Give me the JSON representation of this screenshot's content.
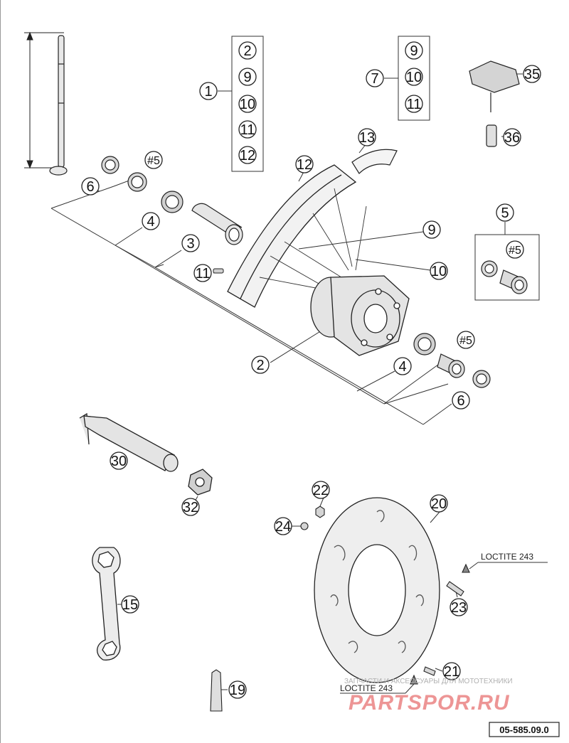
{
  "callouts": {
    "c1": "1",
    "c2": "2",
    "c3": "3",
    "c4a": "4",
    "c4b": "4",
    "c5": "5",
    "c6a": "6",
    "c6b": "6",
    "c7": "7",
    "c9": "9",
    "c10": "10",
    "c11": "11",
    "c12": "12",
    "c13": "13",
    "c15": "15",
    "c19": "19",
    "c20": "20",
    "c21": "21",
    "c22": "22",
    "c23": "23",
    "c24": "24",
    "c30": "30",
    "c32": "32",
    "c35": "35",
    "c36": "36",
    "h5a": "#5",
    "h5b": "#5",
    "h5c": "#5"
  },
  "kit1": [
    "2",
    "9",
    "10",
    "11",
    "12"
  ],
  "kit7": [
    "9",
    "10",
    "11"
  ],
  "loctite": {
    "top": "LOCTITE 243",
    "bottom": "LOCTITE 243"
  },
  "reference": "05-585.09.0",
  "watermark": {
    "line1": "ЗАПЧАСТИ И АКСЕССУАРЫ ДЛЯ МОТОТЕХНИКИ",
    "line2": "PARTSPOR.RU"
  },
  "colors": {
    "line": "#222222",
    "part_fill": "#d8d8d8",
    "watermark_red": "#e04040"
  }
}
